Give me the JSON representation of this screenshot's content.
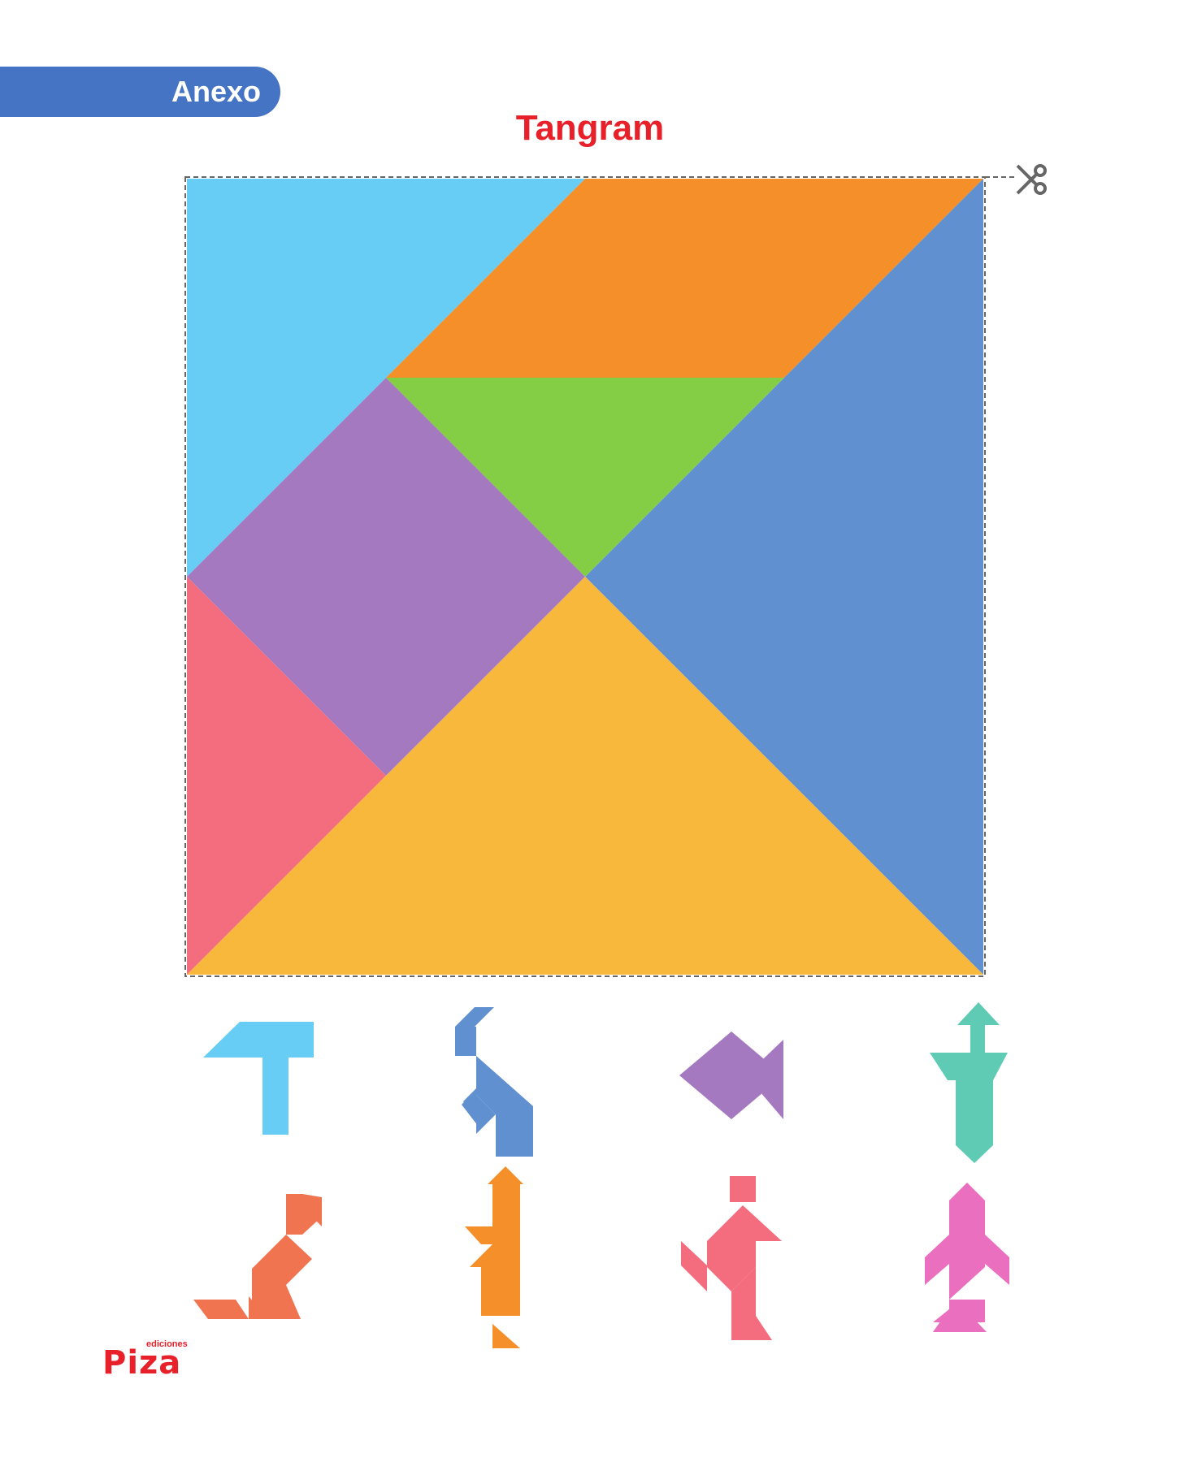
{
  "header": {
    "tab_label": "Anexo",
    "title": "Tangram"
  },
  "logo": {
    "text": "Piza",
    "subtext": "ediciones"
  },
  "colors": {
    "tab": "#4674c4",
    "title": "#e8202a",
    "light_blue": "#67cdf5",
    "orange": "#f48f2a",
    "blue": "#6190d1",
    "green": "#84ce45",
    "purple": "#a579c0",
    "pink": "#f36d7e",
    "yellow": "#f8b83c"
  },
  "icons": {
    "cut_guide": "scissors-icon"
  },
  "figures": [
    "hammer",
    "rabbit",
    "fish",
    "arrow-figure",
    "cat",
    "candle-figure",
    "runner",
    "penguin"
  ]
}
